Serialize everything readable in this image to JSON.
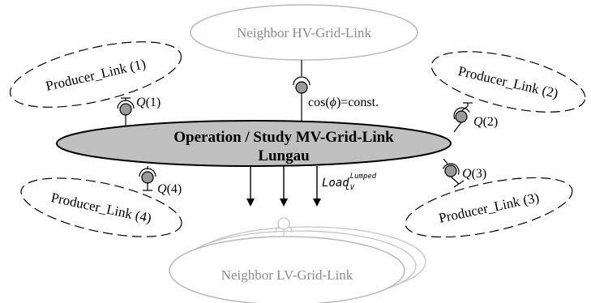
{
  "nodes": {
    "hv": {
      "label": "Neighbor HV-Grid-Link"
    },
    "main": {
      "line1": "Operation / Study MV-Grid-Link",
      "line2": "Lungau"
    },
    "lv": {
      "label": "Neighbor LV-Grid-Link"
    },
    "producer1": {
      "label": "Producer_Link (1)"
    },
    "producer2": {
      "label": "Producer_Link (2)"
    },
    "producer3": {
      "label": "Producer_Link (3)"
    },
    "producer4": {
      "label": "Producer_Link (4)"
    }
  },
  "interfaces": {
    "hv_link": {
      "left": "cos(",
      "phi": "ϕ",
      "right": ")=const."
    },
    "q1": {
      "q": "Q",
      "idx": "(1)"
    },
    "q2": {
      "q": "Q",
      "idx": "(2)"
    },
    "q3": {
      "q": "Q",
      "idx": "(3)"
    },
    "q4": {
      "q": "Q",
      "idx": "(4)"
    },
    "load": {
      "base": "Load",
      "sup": "Lumped",
      "sub": "LV"
    }
  },
  "colors": {
    "main_fill": "#c0c0c0",
    "neighbor_stroke": "#b8b8b8",
    "neighbor_text": "#8c8c8c",
    "interface_fill": "#9a9a9a",
    "line": "#000000"
  }
}
